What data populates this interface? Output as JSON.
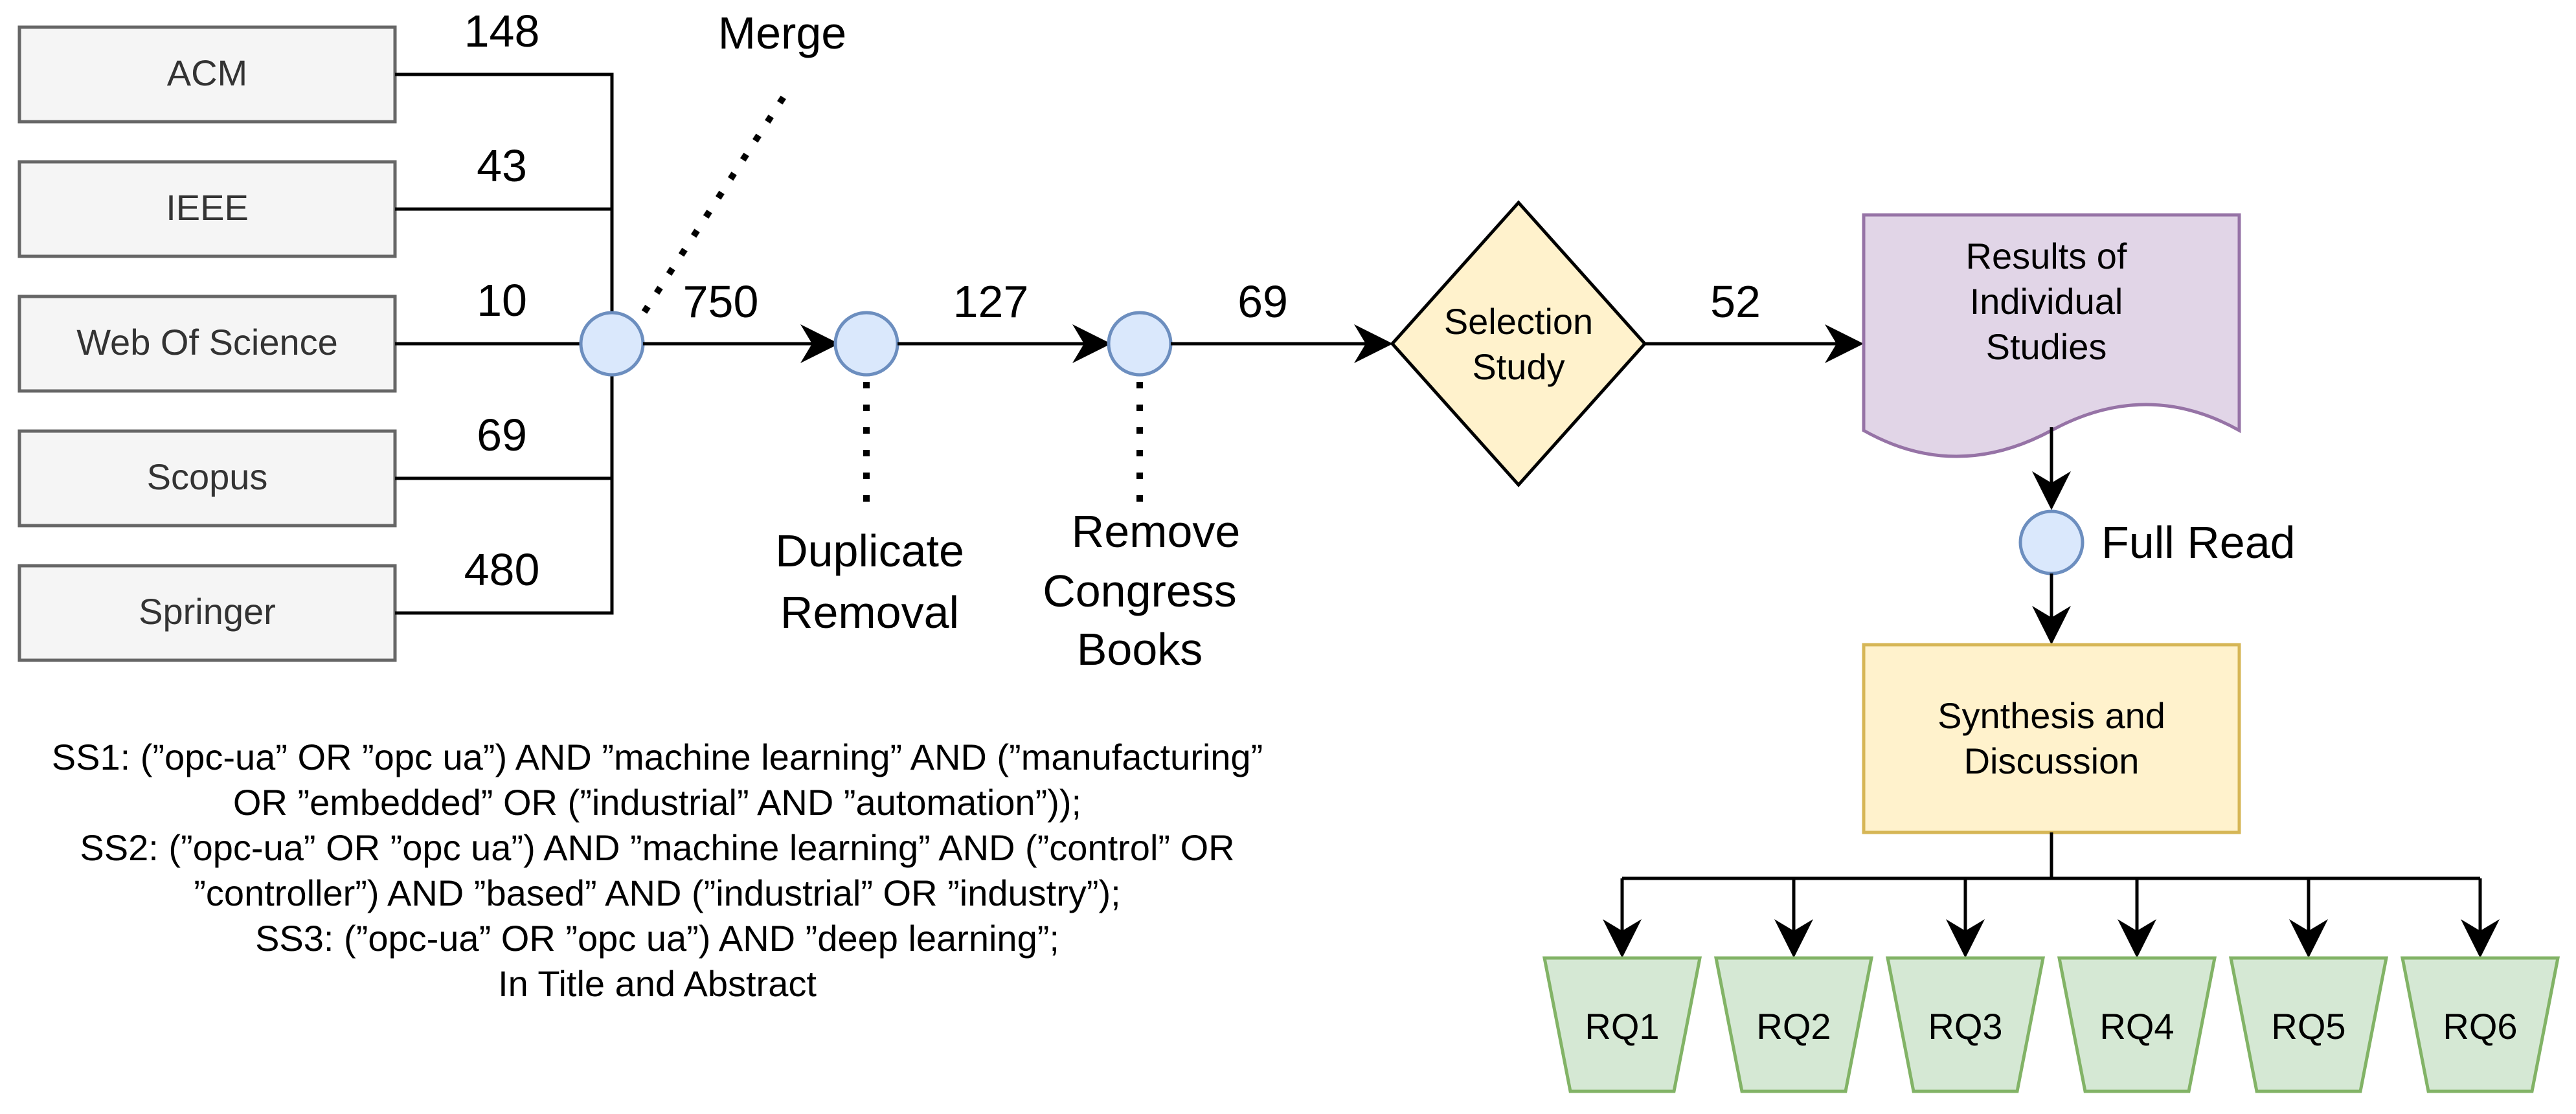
{
  "sources": [
    {
      "name": "ACM",
      "count": "148"
    },
    {
      "name": "IEEE",
      "count": "43"
    },
    {
      "name": "Web Of Science",
      "count": "10"
    },
    {
      "name": "Scopus",
      "count": "69"
    },
    {
      "name": "Springer",
      "count": "480"
    }
  ],
  "merge": {
    "label": "Merge",
    "count": "750"
  },
  "duplicate_removal": {
    "label": [
      "Duplicate",
      "Removal"
    ],
    "count": "127"
  },
  "remove_congress": {
    "label": [
      "Remove",
      "Congress",
      "Books"
    ],
    "count": "69"
  },
  "selection": {
    "label": [
      "Selection",
      "Study"
    ],
    "count": "52"
  },
  "results": {
    "label": [
      "Results of",
      "Individual",
      "Studies"
    ]
  },
  "full_read": {
    "label": "Full Read"
  },
  "synthesis": {
    "label": [
      "Synthesis and",
      "Discussion"
    ]
  },
  "research_questions": [
    "RQ1",
    "RQ2",
    "RQ3",
    "RQ4",
    "RQ5",
    "RQ6"
  ],
  "search_strings": [
    "SS1: (”opc-ua” OR ”opc ua”) AND ”machine learning” AND (”manufacturing”",
    "OR ”embedded” OR (”industrial” AND ”automation”));",
    "SS2: (”opc-ua” OR ”opc ua”) AND ”machine learning” AND (”control” OR",
    "”controller”) AND ”based” AND (”industrial” OR ”industry”);",
    "SS3: (”opc-ua” OR ”opc ua”) AND ”deep learning”;",
    "In Title and Abstract"
  ],
  "colors": {
    "source_fill": "#f5f5f5",
    "source_stroke": "#666666",
    "node_fill": "#dae8fc",
    "node_stroke": "#6c8ebf",
    "decision_fill": "#fff2cc",
    "decision_stroke": "#000000",
    "document_fill": "#e1d5e7",
    "document_stroke": "#9673a6",
    "synthesis_fill": "#fff2cc",
    "synthesis_stroke": "#d6b656",
    "rq_fill": "#d5e8d4",
    "rq_stroke": "#82b366"
  }
}
